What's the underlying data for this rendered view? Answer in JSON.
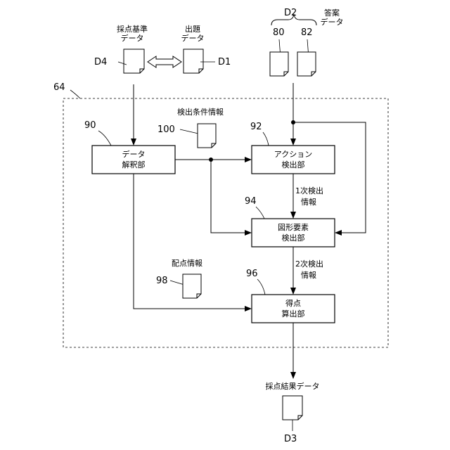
{
  "labels": {
    "scoring_criteria": [
      "採点基準",
      "データ"
    ],
    "question_data": [
      "出題",
      "データ"
    ],
    "answer_data": [
      "答案",
      "データ"
    ],
    "d4": "D4",
    "d1": "D1",
    "d2": "D2",
    "d3": "D3",
    "ref80": "80",
    "ref82": "82",
    "ref64": "64",
    "ref90": "90",
    "ref92": "92",
    "ref94": "94",
    "ref96": "96",
    "ref98": "98",
    "ref100": "100",
    "detect_condition_info": "検出条件情報",
    "scoring_info": "配点情報",
    "first_detect_info": [
      "1次検出",
      "情報"
    ],
    "second_detect_info": [
      "2次検出",
      "情報"
    ],
    "scoring_result_data": "採点結果データ"
  },
  "boxes": {
    "data_analysis": [
      "データ",
      "解釈部"
    ],
    "action_detection": [
      "アクション",
      "検出部"
    ],
    "shape_element_detection": [
      "図形要素",
      "検出部"
    ],
    "score_calculation": [
      "得点",
      "算出部"
    ]
  }
}
